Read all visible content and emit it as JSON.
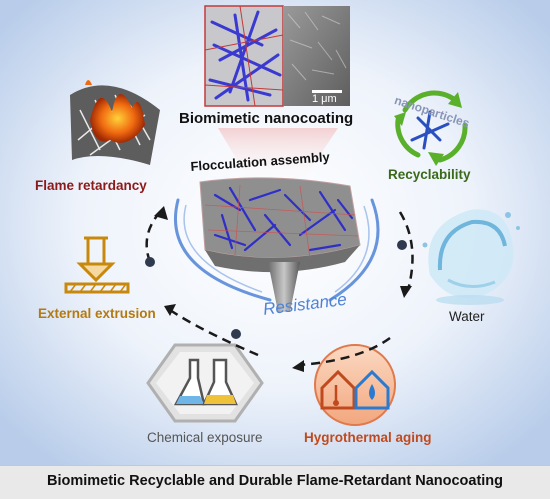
{
  "labels": {
    "top": "Biomimetic nanocoating",
    "scale_bar": "1 μm",
    "flame": "Flame retardancy",
    "flocculation": "Flocculation assembly",
    "nanoparticles": "nanoparticles",
    "recyclability": "Recyclability",
    "external": "External extrusion",
    "resistance": "Resistance",
    "water": "Water",
    "chemical": "Chemical exposure",
    "hygrothermal": "Hygrothermal aging"
  },
  "bottom_title": "Biomimetic Recyclable and Durable Flame-Retardant Nanocoating",
  "colors": {
    "background_center": "#ffffff",
    "background_edge": "#bcd0ec",
    "accent_blue": "#4f83d6",
    "flame_red": "#8b1a1a",
    "recycle_green": "#3a6a1a",
    "extrusion_gold": "#b47a10",
    "hygro_orange": "#c04a1e"
  },
  "icons": [
    "micrograph-image",
    "flame-mesh-icon",
    "recycle-arrows-icon",
    "press-extrusion-icon",
    "water-splash-icon",
    "flask-hexagon-icon",
    "hygro-house-icon",
    "nanocoated-funnel"
  ]
}
